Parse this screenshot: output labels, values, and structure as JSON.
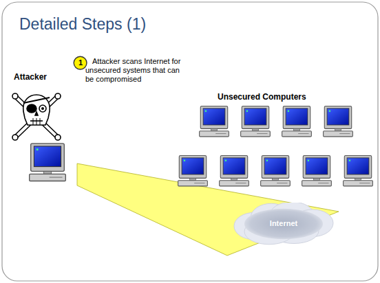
{
  "diagram": {
    "title": "Detailed Steps (1)",
    "nodes": [
      {
        "text": [
          "1"
        ]
      },
      {
        "text": [
          "Internet"
        ]
      }
    ],
    "labels": [
      "Attacker scans Internet for unsecured systems that can be compromised",
      "Attacker",
      "Unsecured Computers"
    ]
  }
}
